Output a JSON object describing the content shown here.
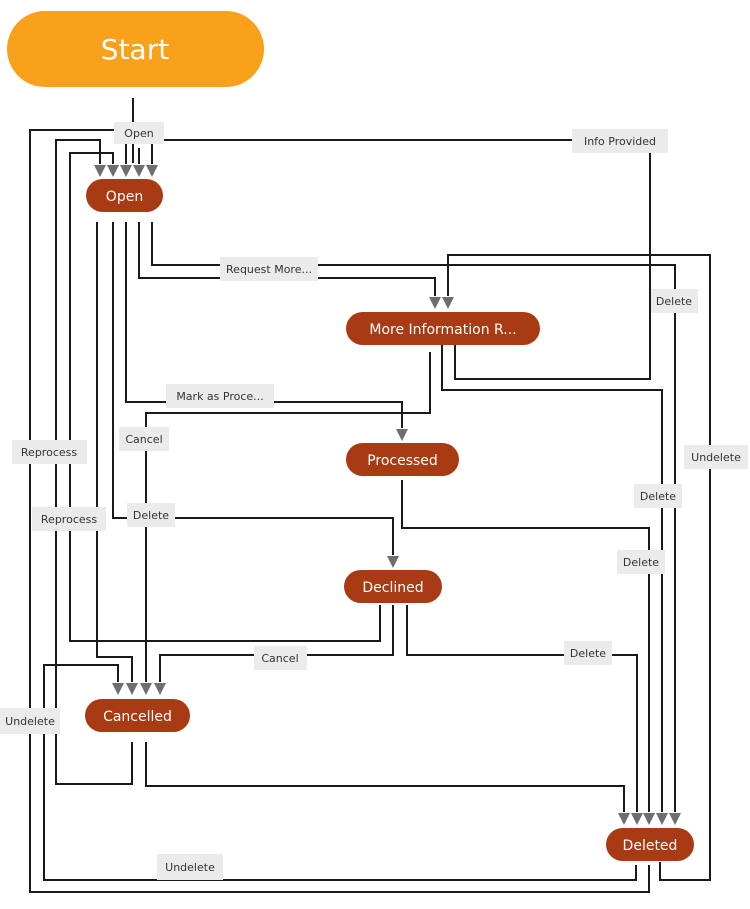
{
  "colors": {
    "start_fill": "#f9a11b",
    "state_fill": "#a83a14",
    "label_fill": "#ebebeb",
    "line": "#1a1a1a",
    "arrow": "#6e6e6e"
  },
  "start_node": {
    "label": "Start"
  },
  "states": {
    "open": {
      "label": "Open"
    },
    "more_info": {
      "label": "More Information R..."
    },
    "processed": {
      "label": "Processed"
    },
    "declined": {
      "label": "Declined"
    },
    "cancelled": {
      "label": "Cancelled"
    },
    "deleted": {
      "label": "Deleted"
    }
  },
  "transitions": {
    "start_open": "Open",
    "info_provided": "Info Provided",
    "request_more": "Request More...",
    "delete_more_info": "Delete",
    "mark_processed": "Mark as Proce...",
    "cancel_open": "Cancel",
    "reprocess_cancelled": "Reprocess",
    "undelete_right": "Undelete",
    "delete_processed": "Delete",
    "reprocess_declined": "Reprocess",
    "delete_open": "Delete",
    "delete_declined_side": "Delete",
    "cancel_declined": "Cancel",
    "delete_declined": "Delete",
    "undelete_left": "Undelete",
    "undelete_bottom": "Undelete"
  }
}
